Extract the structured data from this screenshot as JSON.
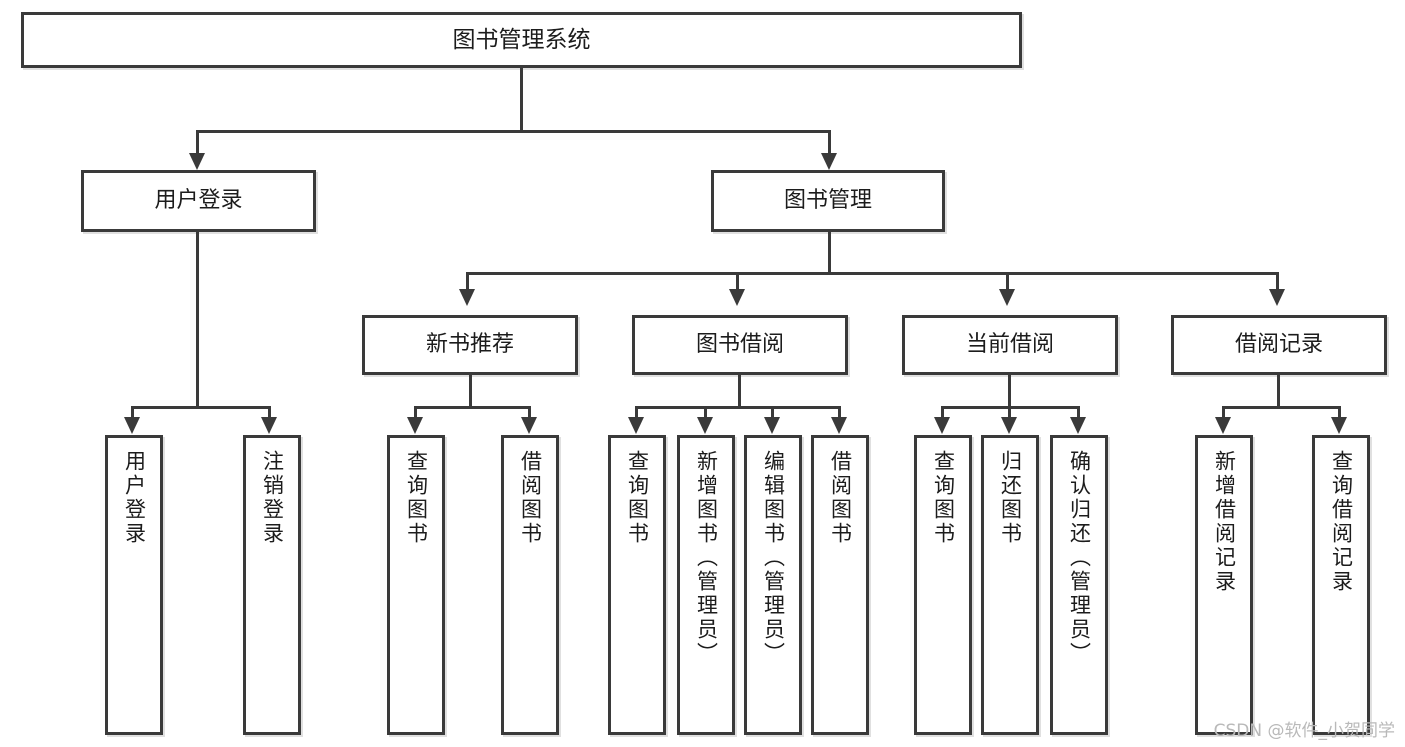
{
  "diagram": {
    "title": "图书管理系统",
    "type": "hierarchy-tree",
    "root": {
      "label": "图书管理系统"
    },
    "level2": [
      {
        "label": "用户登录"
      },
      {
        "label": "图书管理"
      }
    ],
    "level3": [
      {
        "label": "新书推荐"
      },
      {
        "label": "图书借阅"
      },
      {
        "label": "当前借阅"
      },
      {
        "label": "借阅记录"
      }
    ],
    "leaves": {
      "user_login": [
        {
          "label": "用户登录"
        },
        {
          "label": "注销登录"
        }
      ],
      "new_book_recommend": [
        {
          "label": "查询图书"
        },
        {
          "label": "借阅图书"
        }
      ],
      "book_borrow": [
        {
          "label": "查询图书"
        },
        {
          "label": "新增图书（管理员）"
        },
        {
          "label": "编辑图书（管理员）"
        },
        {
          "label": "借阅图书"
        }
      ],
      "current_borrow": [
        {
          "label": "查询图书"
        },
        {
          "label": "归还图书"
        },
        {
          "label": "确认归还（管理员）"
        }
      ],
      "borrow_record": [
        {
          "label": "新增借阅记录"
        },
        {
          "label": "查询借阅记录"
        }
      ]
    },
    "watermark": "CSDN @软件_小贺同学",
    "colors": {
      "stroke": "#3a3a3a",
      "text": "#1c1c1c",
      "background": "#ffffff",
      "watermark": "#b9b9b9"
    }
  }
}
